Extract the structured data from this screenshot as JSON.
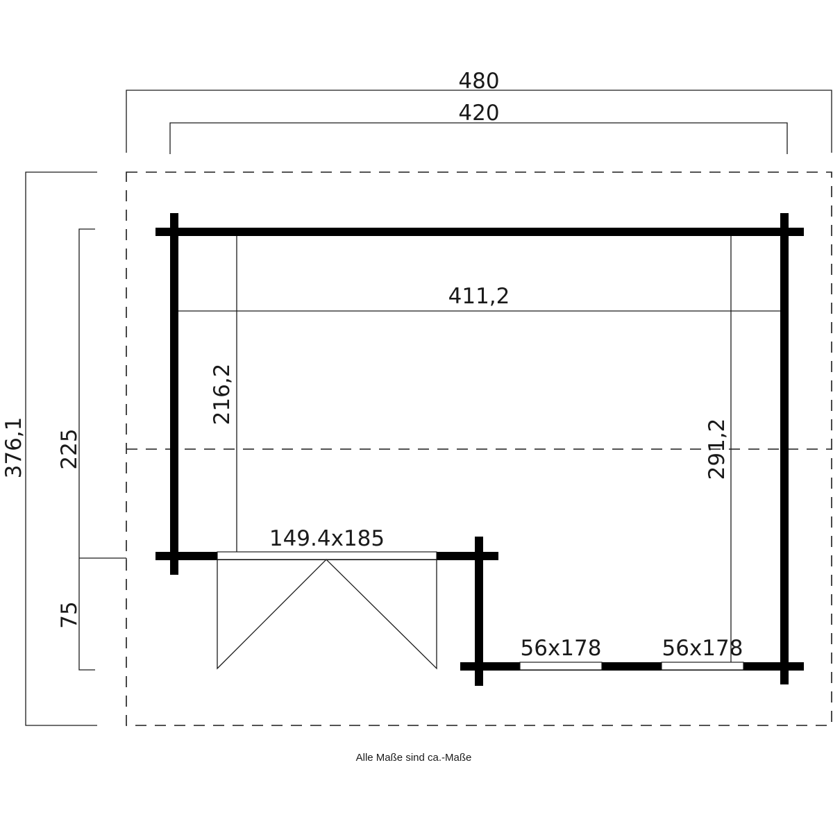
{
  "dimensions": {
    "overall_width": "480",
    "wall_width": "420",
    "inner_width": "411,2",
    "overall_depth": "376,1",
    "main_depth": "225",
    "porch_depth": "75",
    "left_inner_depth": "216,2",
    "right_inner_depth": "291,2"
  },
  "openings": {
    "door": "149.4x185",
    "window_1": "56x178",
    "window_2": "56x178"
  },
  "note": "Alle Maße sind ca.-Maße"
}
